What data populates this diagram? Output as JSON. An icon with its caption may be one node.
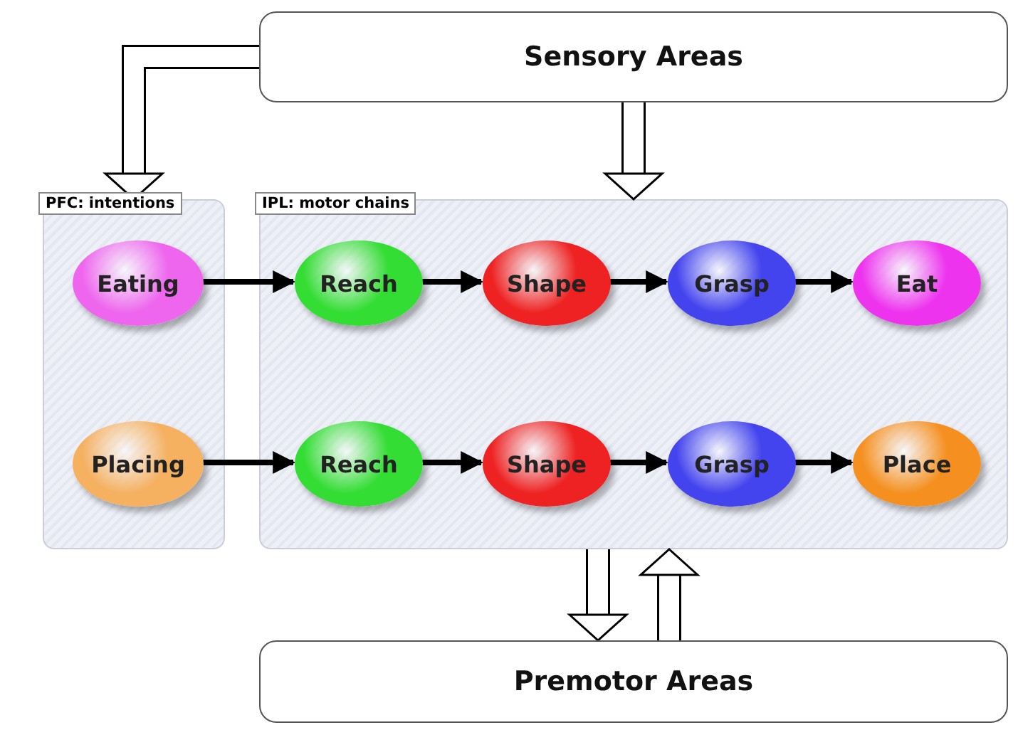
{
  "diagram": {
    "nodes": [
      {
        "text": [
          "Sensory Areas"
        ]
      },
      {
        "text": [
          "PFC: intentions"
        ]
      },
      {
        "text": [
          "Eating"
        ],
        "in": 1
      },
      {
        "text": [
          "Placing"
        ],
        "in": 1
      },
      {
        "text": [
          "IPL: motor chains"
        ]
      },
      {
        "text": [
          "Reach"
        ],
        "in": 4
      },
      {
        "text": [
          "Shape"
        ],
        "in": 4
      },
      {
        "text": [
          "Grasp"
        ],
        "in": 4
      },
      {
        "text": [
          "Eat"
        ],
        "in": 4
      },
      {
        "text": [
          "Reach"
        ],
        "in": 4
      },
      {
        "text": [
          "Shape"
        ],
        "in": 4
      },
      {
        "text": [
          "Grasp"
        ],
        "in": 4
      },
      {
        "text": [
          "Place"
        ],
        "in": 4
      },
      {
        "text": [
          "Premotor Areas"
        ]
      }
    ],
    "edges": [
      {
        "from": 0,
        "to": 1,
        "arrow": "to",
        "style": "thick"
      },
      {
        "from": 0,
        "to": 4,
        "arrow": "to",
        "style": "thick"
      },
      {
        "from": 2,
        "to": 5,
        "arrow": "to"
      },
      {
        "from": 5,
        "to": 6,
        "arrow": "to"
      },
      {
        "from": 6,
        "to": 7,
        "arrow": "to"
      },
      {
        "from": 7,
        "to": 8,
        "arrow": "to"
      },
      {
        "from": 3,
        "to": 9,
        "arrow": "to"
      },
      {
        "from": 9,
        "to": 10,
        "arrow": "to"
      },
      {
        "from": 10,
        "to": 11,
        "arrow": "to"
      },
      {
        "from": 11,
        "to": 12,
        "arrow": "to"
      },
      {
        "from": 4,
        "to": 13,
        "arrow": "to",
        "style": "thick"
      },
      {
        "from": 13,
        "to": 4,
        "arrow": "to",
        "style": "thick"
      }
    ]
  }
}
